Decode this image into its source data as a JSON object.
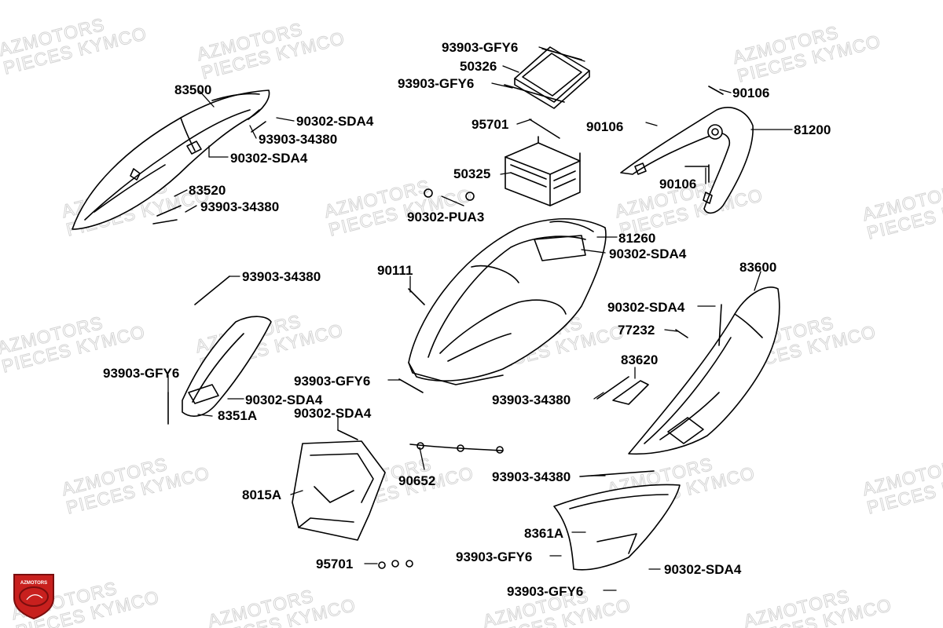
{
  "watermark": {
    "line1": "AZMOTORS",
    "line2": "PIECES KYMCO"
  },
  "logo_text": "AZMOTORS",
  "colors": {
    "badge_red": "#c8201e",
    "badge_dark": "#7a0e0e",
    "ink": "#000000",
    "watermark": "#d4d4d4"
  },
  "callouts": [
    "93903-GFY6",
    "50326",
    "93903-GFY6",
    "83500",
    "90106",
    "90302-SDA4",
    "93903-34380",
    "95701",
    "90106",
    "81200",
    "90302-SDA4",
    "50325",
    "90106",
    "83520",
    "93903-34380",
    "90302-PUA3",
    "81260",
    "90302-SDA4",
    "83600",
    "93903-34380",
    "90111",
    "90302-SDA4",
    "77232",
    "93903-GFY6",
    "83620",
    "93903-GFY6",
    "90302-SDA4",
    "93903-34380",
    "8351A",
    "90302-SDA4",
    "8015A",
    "90652",
    "93903-34380",
    "8361A",
    "95701",
    "93903-GFY6",
    "90302-SDA4",
    "93903-GFY6"
  ]
}
